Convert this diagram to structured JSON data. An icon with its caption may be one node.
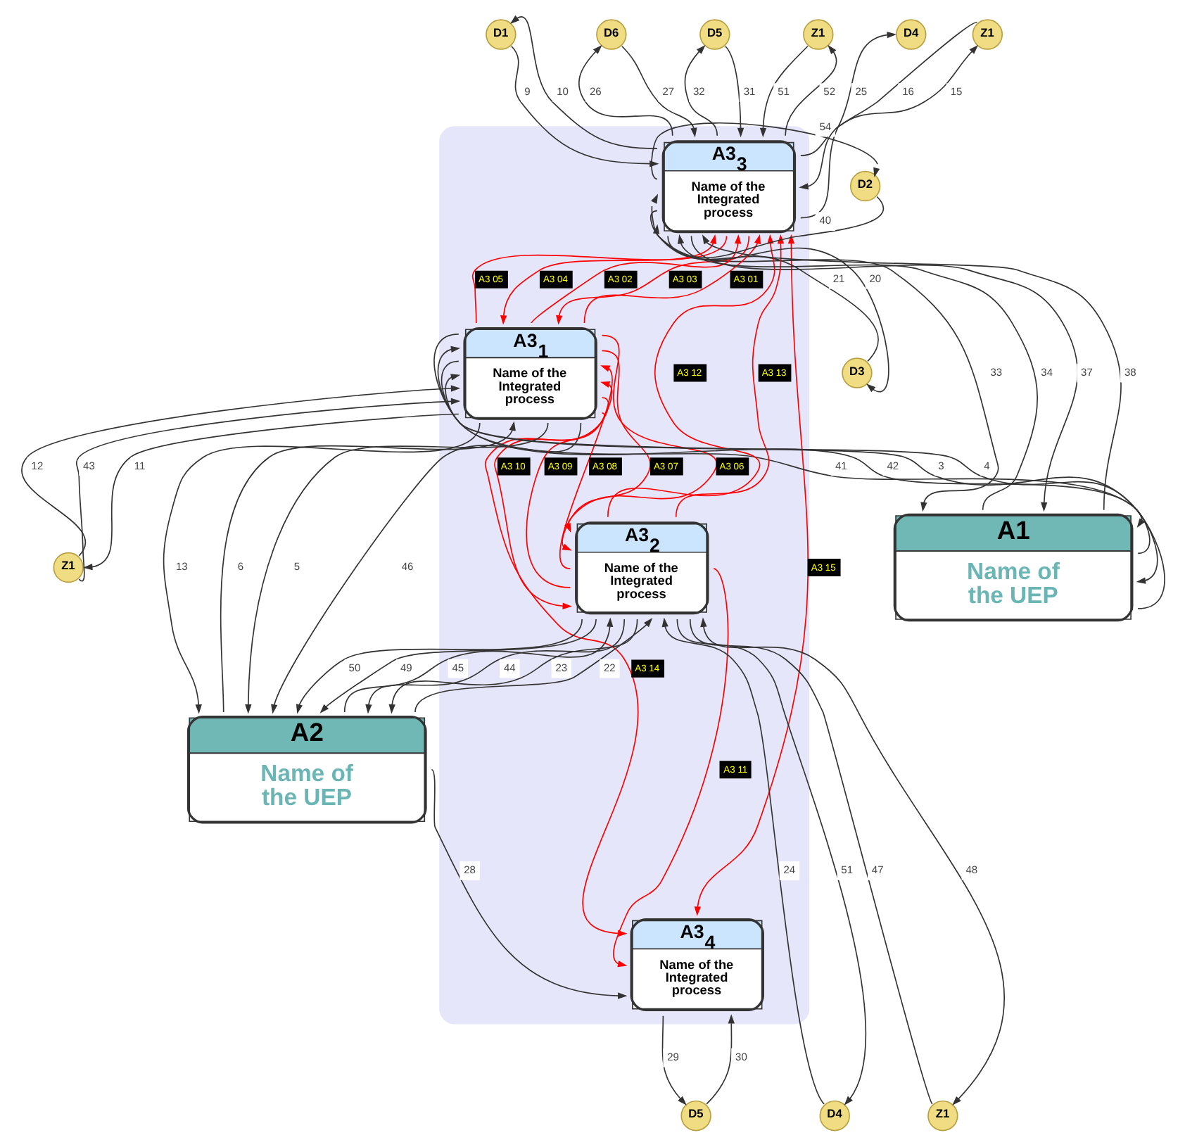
{
  "diagram": {
    "nodes": [
      {
        "text": [],
        "shape": "box"
      },
      {
        "text": [
          "D1"
        ]
      },
      {
        "text": [
          "D6"
        ]
      },
      {
        "text": [
          "D5"
        ]
      },
      {
        "text": [
          "Z1"
        ]
      },
      {
        "text": [
          "Z1"
        ]
      },
      {
        "text": [
          "D4"
        ]
      },
      {
        "text": [
          "D2"
        ]
      },
      {
        "text": [
          "A3$_{3}$",
          "Name of the Integrated process"
        ],
        "in": 0
      },
      {
        "text": [
          "D3"
        ]
      },
      {
        "text": [
          "A3$_{1}$",
          "Name of the Integrated process"
        ],
        "in": 0
      },
      {
        "text": [
          "A1",
          "Name of the UEP"
        ]
      },
      {
        "text": [
          "A3$_{2}$",
          "Name of the Integrated process"
        ],
        "in": 0
      },
      {
        "text": [
          "A3$_{4}$",
          "Name of the Integrated process"
        ],
        "in": 0
      },
      {
        "text": [
          "Z1"
        ]
      },
      {
        "text": [
          "A2",
          "Name of the UEP"
        ]
      },
      {
        "text": [
          "D4"
        ]
      },
      {
        "text": [
          "Z1"
        ]
      },
      {
        "text": [
          "D5"
        ]
      }
    ],
    "edges": [
      {
        "from": 8,
        "to": 1,
        "arrow": "to",
        "label": "10"
      },
      {
        "from": 1,
        "to": 8,
        "arrow": "to",
        "label": "9"
      },
      {
        "from": 8,
        "to": 7,
        "arrow": "to",
        "label": "54"
      },
      {
        "from": 7,
        "to": 8,
        "arrow": "to",
        "label": "40"
      },
      {
        "from": 8,
        "to": 9,
        "arrow": "none",
        "label": "21"
      },
      {
        "from": 9,
        "to": 8,
        "arrow": "both",
        "label": "20"
      },
      {
        "from": 8,
        "to": 11,
        "arrow": "to",
        "label": "33"
      },
      {
        "from": 11,
        "to": 8,
        "arrow": "to",
        "label": "34"
      },
      {
        "from": 8,
        "to": 11,
        "arrow": "to",
        "label": "37"
      },
      {
        "from": 11,
        "to": 8,
        "arrow": "to",
        "label": "38"
      },
      {
        "from": 8,
        "to": 2,
        "arrow": "to",
        "label": "26"
      },
      {
        "from": 2,
        "to": 8,
        "arrow": "to",
        "label": "27"
      },
      {
        "from": 8,
        "to": 3,
        "arrow": "to",
        "label": "32"
      },
      {
        "from": 3,
        "to": 8,
        "arrow": "to",
        "label": "31"
      },
      {
        "from": 4,
        "to": 8,
        "arrow": "to",
        "label": "51"
      },
      {
        "from": 8,
        "to": 4,
        "arrow": "to",
        "label": "52"
      },
      {
        "from": 8,
        "to": 5,
        "arrow": "none",
        "label": "16"
      },
      {
        "from": 5,
        "to": 8,
        "arrow": "both",
        "label": "15"
      },
      {
        "from": 8,
        "to": 6,
        "arrow": "to",
        "label": "25"
      },
      {
        "from": 10,
        "to": 11,
        "arrow": "to",
        "label": "41"
      },
      {
        "from": 11,
        "to": 10,
        "arrow": "to",
        "label": "42"
      },
      {
        "from": 10,
        "to": 11,
        "arrow": "to",
        "label": "3"
      },
      {
        "from": 11,
        "to": 10,
        "arrow": "to",
        "label": "4"
      },
      {
        "from": 14,
        "to": 10,
        "arrow": "to",
        "label": "12"
      },
      {
        "from": 14,
        "to": 10,
        "arrow": "to",
        "label": "43"
      },
      {
        "from": 10,
        "to": 14,
        "arrow": "to",
        "label": "11"
      },
      {
        "from": 10,
        "to": 15,
        "arrow": "to",
        "label": "13"
      },
      {
        "from": 15,
        "to": 10,
        "arrow": "to",
        "label": "6"
      },
      {
        "from": 10,
        "to": 15,
        "arrow": "to",
        "label": "5"
      },
      {
        "from": 10,
        "to": 15,
        "arrow": "to",
        "label": "46"
      },
      {
        "from": 12,
        "to": 15,
        "arrow": "to",
        "label": "50"
      },
      {
        "from": 12,
        "to": 15,
        "arrow": "to",
        "label": "49"
      },
      {
        "from": 15,
        "to": 12,
        "arrow": "to",
        "label": "45"
      },
      {
        "from": 12,
        "to": 15,
        "arrow": "to",
        "label": "44"
      },
      {
        "from": 12,
        "to": 15,
        "arrow": "to",
        "label": "23"
      },
      {
        "from": 15,
        "to": 12,
        "arrow": "to",
        "label": "22"
      },
      {
        "from": 16,
        "to": 12,
        "arrow": "to",
        "label": "24"
      },
      {
        "from": 12,
        "to": 16,
        "arrow": "to",
        "label": "51"
      },
      {
        "from": 12,
        "to": 17,
        "arrow": "none",
        "label": "47"
      },
      {
        "from": 17,
        "to": 12,
        "arrow": "both",
        "label": "48"
      },
      {
        "from": 15,
        "to": 13,
        "arrow": "to",
        "label": "28"
      },
      {
        "from": 13,
        "to": 18,
        "arrow": "to",
        "label": "29"
      },
      {
        "from": 18,
        "to": 13,
        "arrow": "to",
        "label": "30"
      },
      {
        "from": 10,
        "to": 8,
        "arrow": "to",
        "label": "A3 05",
        "color": "#ff0000"
      },
      {
        "from": 8,
        "to": 10,
        "arrow": "to",
        "label": "A3 04",
        "color": "#ff0000"
      },
      {
        "from": 10,
        "to": 8,
        "arrow": "to",
        "label": "A3 02",
        "color": "#ff0000"
      },
      {
        "from": 8,
        "to": 10,
        "arrow": "to",
        "label": "A3 03",
        "color": "#ff0000"
      },
      {
        "from": 10,
        "to": 8,
        "arrow": "to",
        "label": "A3 01",
        "color": "#ff0000"
      },
      {
        "from": 10,
        "to": 12,
        "arrow": "to",
        "label": "A3 06",
        "color": "#ff0000"
      },
      {
        "from": 10,
        "to": 12,
        "arrow": "to",
        "label": "A3 07",
        "color": "#ff0000"
      },
      {
        "from": 12,
        "to": 10,
        "arrow": "to",
        "label": "A3 08",
        "color": "#ff0000"
      },
      {
        "from": 12,
        "to": 10,
        "arrow": "to",
        "label": "A3 09",
        "color": "#ff0000"
      },
      {
        "from": 10,
        "to": 12,
        "arrow": "to",
        "label": "A3 10",
        "color": "#ff0000"
      },
      {
        "from": 12,
        "to": 13,
        "arrow": "to",
        "label": "A3 11",
        "color": "#ff0000"
      },
      {
        "from": 12,
        "to": 8,
        "arrow": "to",
        "label": "A3 12",
        "color": "#ff0000"
      },
      {
        "from": 12,
        "to": 8,
        "arrow": "to",
        "label": "A3 13",
        "color": "#ff0000"
      },
      {
        "from": 10,
        "to": 13,
        "arrow": "to",
        "label": "A3 14",
        "color": "#ff0000"
      },
      {
        "from": 8,
        "to": 13,
        "arrow": "both",
        "label": "A3 15",
        "color": "#ff0000"
      }
    ]
  }
}
